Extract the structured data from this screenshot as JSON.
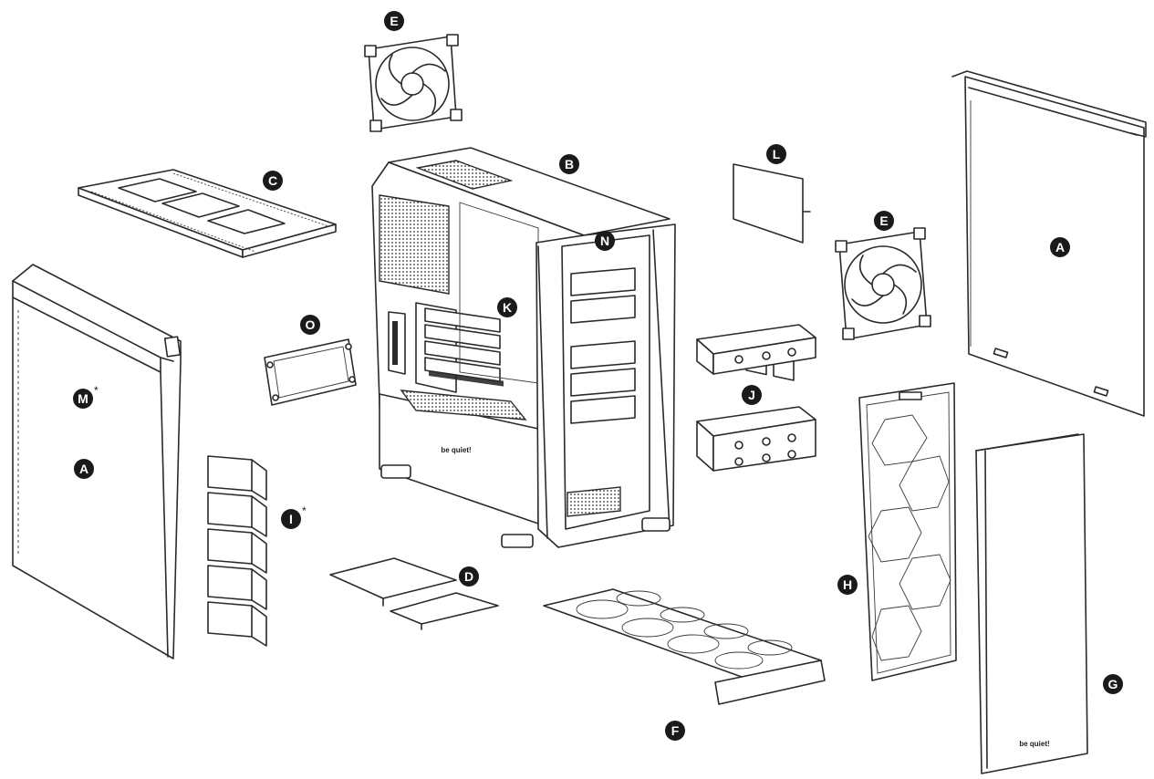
{
  "diagram": {
    "labels": {
      "A": "A",
      "B": "B",
      "C": "C",
      "D": "D",
      "E": "E",
      "F": "F",
      "G": "G",
      "H": "H",
      "I": "I",
      "J": "J",
      "K": "K",
      "L": "L",
      "M": "M",
      "N": "N",
      "O": "O"
    },
    "asterisk": "*",
    "logo_text": "be quiet!"
  },
  "colors": {
    "line": "#2a2a2a",
    "badge": "#1a1a1a",
    "background": "#ffffff"
  }
}
